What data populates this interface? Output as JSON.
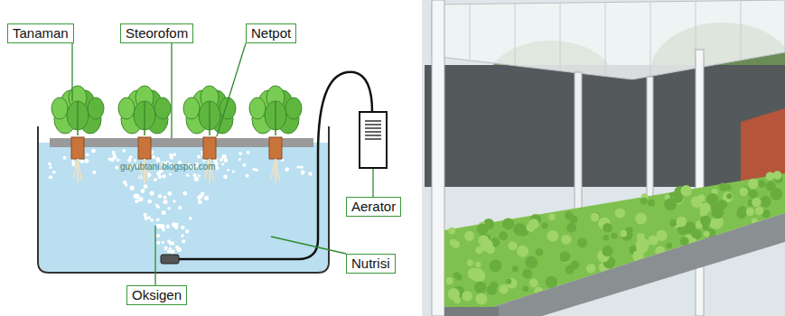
{
  "diagram": {
    "nodes": [
      {
        "text": [
          "Tanaman"
        ]
      },
      {
        "text": [
          "Steorofom"
        ]
      },
      {
        "text": [
          "Netpot"
        ]
      },
      {
        "text": [
          "Aerator"
        ]
      },
      {
        "text": [
          "Nutrisi"
        ]
      },
      {
        "text": [
          "Oksigen"
        ]
      }
    ],
    "labels": [
      "guyubtani.blogspot.com"
    ]
  }
}
